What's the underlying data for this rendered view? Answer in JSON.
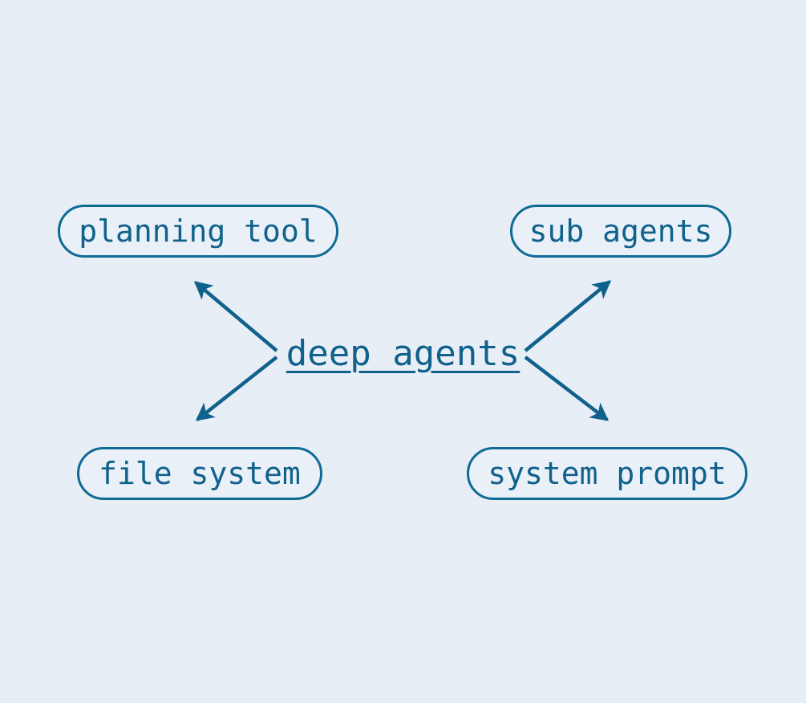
{
  "diagram": {
    "title": "deep agents",
    "center": {
      "label": "deep agents",
      "underlined": true
    },
    "colors": {
      "background": "#e8eef6",
      "stroke": "#0f6a94",
      "text": "#10618c",
      "node_fill": "#eaf0f7",
      "arrow": "#10618c"
    },
    "nodes": [
      {
        "id": "planning-tool",
        "label": "planning tool",
        "position": "top-left"
      },
      {
        "id": "sub-agents",
        "label": "sub agents",
        "position": "top-right"
      },
      {
        "id": "file-system",
        "label": "file system",
        "position": "bottom-left"
      },
      {
        "id": "system-prompt",
        "label": "system prompt",
        "position": "bottom-right"
      }
    ],
    "edges": [
      {
        "from": "deep agents",
        "to": "planning tool",
        "direction": "up-left",
        "arrowhead": "end"
      },
      {
        "from": "deep agents",
        "to": "sub agents",
        "direction": "up-right",
        "arrowhead": "end"
      },
      {
        "from": "deep agents",
        "to": "file system",
        "direction": "down-left",
        "arrowhead": "end"
      },
      {
        "from": "deep agents",
        "to": "system prompt",
        "direction": "down-right",
        "arrowhead": "end"
      }
    ]
  }
}
